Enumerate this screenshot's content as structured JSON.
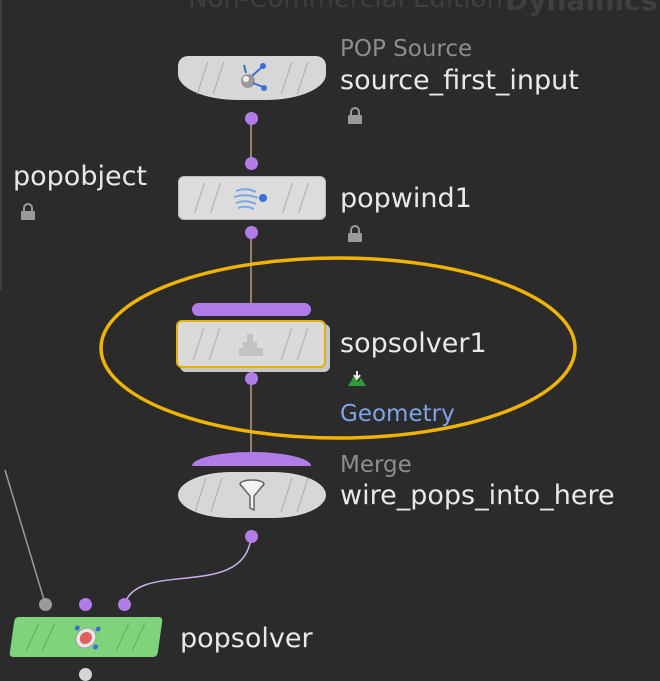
{
  "watermark": {
    "left": "Non-Commercial Edition",
    "right": "Dynamics"
  },
  "nodes": {
    "source": {
      "type": "POP Source",
      "name": "source_first_input"
    },
    "popobject": {
      "name": "popobject"
    },
    "popwind": {
      "name": "popwind1"
    },
    "sopsolver": {
      "name": "sopsolver1",
      "output": "Geometry"
    },
    "merge": {
      "type": "Merge",
      "name": "wire_pops_into_here"
    },
    "popsolver": {
      "name": "popsolver"
    }
  },
  "icons": [
    "lock-icon",
    "pop-source-icon",
    "pop-wind-icon",
    "sop-solver-icon",
    "merge-funnel-icon",
    "pop-solver-icon",
    "display-flag-icon"
  ],
  "colors": {
    "background": "#2b2b2b",
    "node": "#dcdcdc",
    "connector": "#b27ce8",
    "highlight": "#f0b400",
    "solver": "#7fd37a",
    "link": "#7fa4e8"
  }
}
